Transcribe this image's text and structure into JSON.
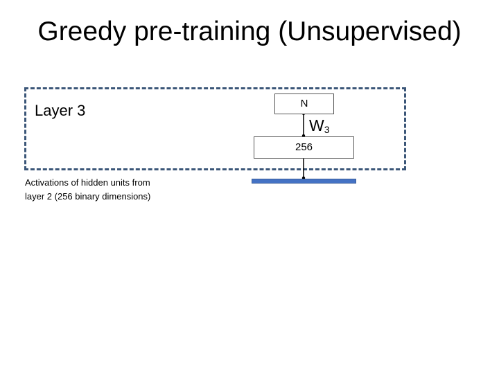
{
  "title": "Greedy pre-training (Unsupervised)",
  "layer_label": "Layer 3",
  "top_box_label": "N",
  "weight": {
    "symbol": "W",
    "subscript": "3"
  },
  "hidden_box_label": "256",
  "input_note_line1": "Activations of hidden units from",
  "input_note_line2": "layer 2 (256 binary dimensions)",
  "colors": {
    "frame": "#3b5678",
    "input_bar": "#4472c4",
    "connector": "#000000"
  }
}
